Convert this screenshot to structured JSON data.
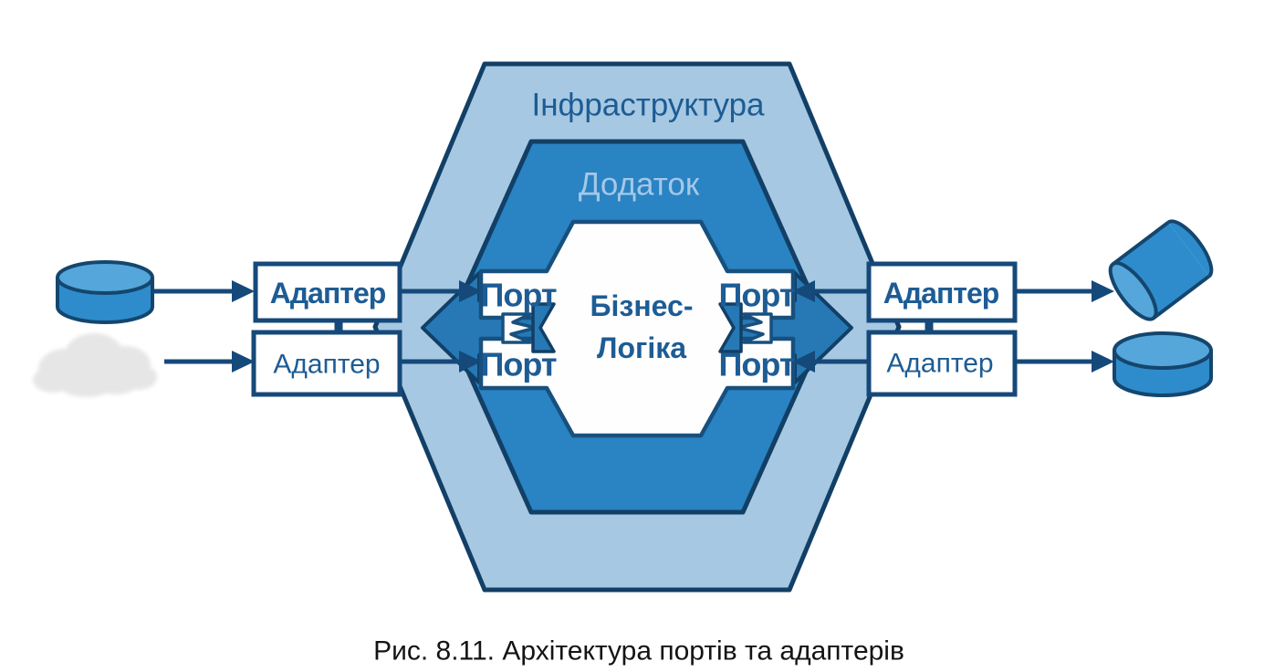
{
  "diagram": {
    "layers": {
      "infrastructure": "Інфраструктура",
      "application": "Додаток",
      "business_logic_line1": "Бізнес-",
      "business_logic_line2": "Логіка"
    },
    "ports": {
      "top_left": "Порт",
      "bottom_left": "Порт",
      "top_right": "Порт",
      "bottom_right": "Порт"
    },
    "adapters": {
      "top_left": "Адаптер",
      "bottom_left": "Адаптер",
      "top_right": "Адаптер",
      "bottom_right": "Адаптер"
    },
    "icons": {
      "left_database": "database-cylinder",
      "left_cloud": "cloud",
      "right_pipe": "pipe-cylinder",
      "right_database": "database-cylinder"
    },
    "caption": "Рис. 8.11. Архітектура портів та адаптерів",
    "colors": {
      "outer_hex_fill": "#a6c8e2",
      "middle_hex_fill": "#2a83c2",
      "inner_fill": "#fefefe",
      "border_dark": "#123f66",
      "line_color": "#15497a",
      "text_blue": "#1d5c94",
      "application_text": "#a4c8e8",
      "arrow_fill": "#2679b5",
      "cylinder_body": "#2f8ccc",
      "cylinder_top": "#55a6da",
      "cloud_fill": "#e6e6e6",
      "caption_color": "#141414"
    }
  }
}
